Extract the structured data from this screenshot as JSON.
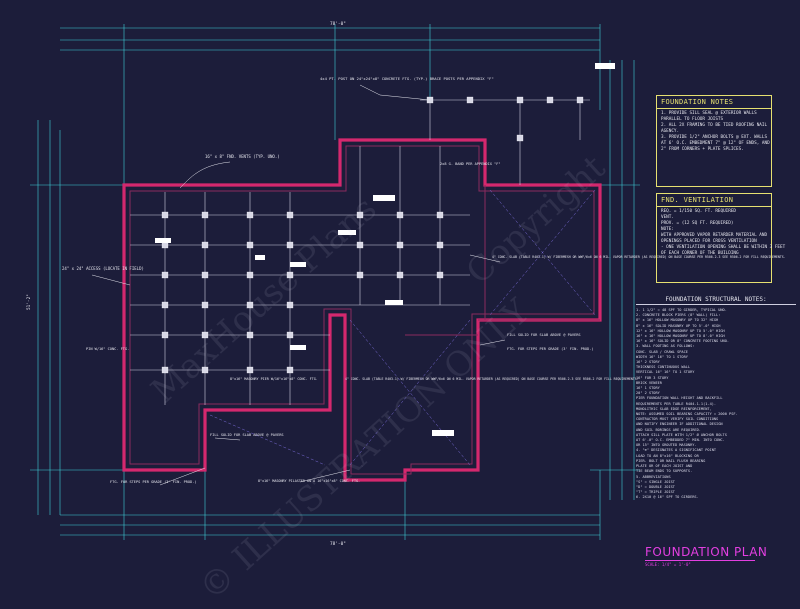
{
  "foundation_notes": {
    "title": "FOUNDATION NOTES",
    "lines": [
      "1. PROVIDE SILL SEAL @ EXTERIOR WALLS",
      "   PARALLEL TO FLOOR JOISTS",
      "2. ALL 2X FRAMING TO BE TIED ROOFING NAIL",
      "   AGENCY.",
      "3. PROVIDE 1/2\" ANCHOR BOLTS @ EXT. WALLS",
      "   AT 6' O.C. EMBEDMENT 7\" @ 12\" OF ENDS, AND",
      "   2\" FROM CORNERS + PLATE SPLICES."
    ]
  },
  "fnd_ventilation": {
    "title": "FND. VENTILATION",
    "lines": [
      "REQ. = 1/150 SQ. FT. REQUIRED",
      "VENT.",
      "PROV. = (12 SQ FT. REQUIRED)",
      "NOTE:",
      "WITH APPROVED VAPOR RETARDER MATERIAL AND",
      "OPENINGS PLACED FOR CROSS VENTILATION",
      "",
      "- ONE VENTILATION OPENING SHALL BE WITHIN 3 FEET",
      "  OF EACH CORNER OF THE BUILDING"
    ]
  },
  "structural_notes": {
    "title": "FOUNDATION STRUCTURAL NOTES:",
    "lines": [
      "1. 1 1/2\" = 48 SPF TO GIRDER, TYPICAL UNO.",
      "2. CONCRETE BLOCK PIERS (8\" WALL) FILL:",
      "   8\" x 16\"    HOLLOW MASONRY       UP TO 32\" HIGH",
      "   8\" x 16\"    SOLID MASONRY        UP TO 5'-0\" HIGH",
      "   12\" x 16\"   HOLLOW MASONRY       UP TO 5'-0\" HIGH",
      "   16\" x 16\"   HOLLOW MASONRY       UP TO 8'-0\" HIGH",
      "   16\" x 16\"   SOLID OR 8\" CONCRETE FOOTING UNO.",
      "3. WALL FOOTING AS FOLLOWS:",
      "   CONC. SLAB / CRAWL SPACE",
      "   WIDTH  16\"  16\" TO 1 STORY",
      "          16\"  2 STORY",
      "   THICKNESS  CONTINUOUS WALL",
      "   VERTICAL  16\"  16\" TO 1 STORY",
      "             16\" FOR 3 STORY",
      "   BRICK VENEER",
      "   16\"  1 STORY",
      "   20\"  2 STORY",
      "PIER FOUNDATION WALL HEIGHT AND BACKFILL",
      "REQUIREMENTS PER TABLE R404.1.1(1-4).",
      "MONOLITHIC SLAB EDGE REINFORCEMENT,",
      "NOTE: ASSUMED SOIL BEARING CAPACITY = 2000 PSF.",
      "CONTRACTOR MUST VERIFY SOIL CONDITIONS",
      "AND NOTIFY ENGINEER IF ADDITIONAL DESIGN",
      "AND SOIL BORINGS ARE REQUIRED.",
      "",
      "ATTACH SILL PLATE WITH 1/2\" Ø ANCHOR BOLTS",
      "AT 6'-0\" O.C. EMBEDDED 7\" MIN. INTO CONC.",
      "OR 15\" INTO GROUTED MASONRY.",
      "",
      "4. \"⊕\" DESIGNATES A SIGNIFICANT POINT",
      "LOAD TO AN 8\"x16\" BLOCKING OR",
      "PIER. BOLT OR NAIL FLUSH BEARING",
      "PLATE OR OF EACH JOIST AND",
      "TIE BEAM ENDS TO SUPPORTS.",
      "",
      "5. ABBREVIATIONS",
      "   \"S\" = SINGLE JOIST",
      "   \"D\" = DOUBLE JOIST",
      "   \"T\" = TRIPLE JOIST",
      "",
      "6. 2X10 @ 16\" SPF TO GIRDERS."
    ]
  },
  "title_block": {
    "title": "FOUNDATION PLAN",
    "scale": "SCALE: 1/4\" = 1'-0\""
  },
  "plan_labels": {
    "vents": "16\" x 8\" FND. VENTS (TYP. UNO.)",
    "pt_post": "4x4 PT. POST ON 24\"x24\"x8\" CONCRETE FTG. (TYP.) BRACE POSTS PER APPENDIX \"F\"",
    "access": "24\" x 24\" ACCESS (LOCATE IN FIELD)",
    "slab_left": "4\" CONC. SLAB (TABLE R403.1) W/ FIBERMESH OR WWF/6x6 ON 6 MIL. VAPOR RETARDER (AS REQUIRED) ON BASE COURSE PER R506.2.3 SEE R506.2 FOR FILL REQUIREMENTS.",
    "slab_right": "4\" CONC. SLAB (TABLE R403.1) W/ FIBERMESH OR WWF/6x6 ON 6 MIL. VAPOR RETARDER (AS REQUIRED) ON BASE COURSE PER R506.2.3 SEE R506.2 FOR FILL REQUIREMENTS.",
    "fill_slab_right": "FILL SOLID FOR SLAB ABOVE @ PAVERS",
    "steps_right": "FTG. FOR STEPS PER GRADE (3' FIN. PROD.)",
    "fill_slab_bottom": "FILL SOLID FOR SLAB ABOVE @ PAVERS",
    "steps_left": "FTG. FOR STEPS PER GRADE (3' FIN. PROD.)",
    "masonry_pilaster": "8\"x16\" MASONRY PILASTER ON A 16\"x16\"x8\" CONC. FTG.",
    "pier_left": "PIN W/16\" CONC. FTG.",
    "masonry_pier": "8\"x16\" MASONRY PIER W/16\"x16\"x8\" CONC. FTG.",
    "girder": "2x8 G. BAND PER APPENDIX \"F\"",
    "dim_overall": "78'-0\"",
    "dim_left": "51'-2\"",
    "dim_bottom": "78'-0\""
  },
  "watermark": {
    "lines": [
      "MaxHouse Plans",
      "© ILLUSTRATION ONLY",
      "Copyright"
    ]
  },
  "colors": {
    "background": "#1c1d3a",
    "wall": "#d4286e",
    "dimension": "#3fd0d8",
    "note_box": "#e6e070",
    "title": "#e23fe0",
    "pier": "#d8d8e6"
  }
}
